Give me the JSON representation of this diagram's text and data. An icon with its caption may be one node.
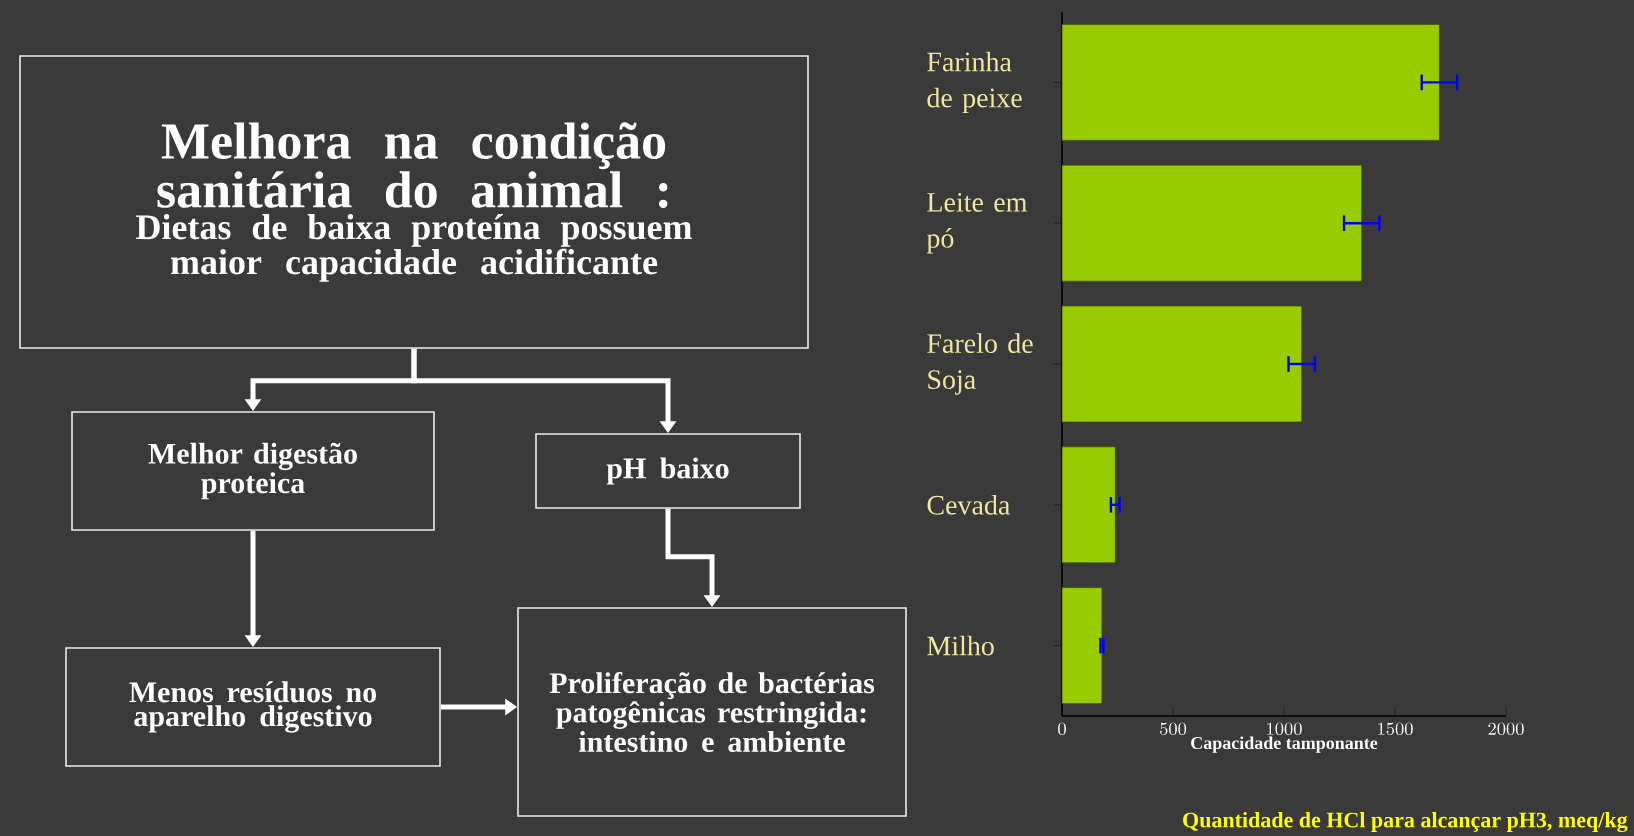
{
  "diagram": {
    "nodes": [
      {
        "text": [
          "Melhora na condição sanitária do animal :",
          "Dietas de baixa proteína possuem maior capacidade acidificante"
        ]
      },
      {
        "text": [
          "Melhor digestão proteica"
        ]
      },
      {
        "text": [
          "pH baixo"
        ]
      },
      {
        "text": [
          "Menos resíduos no aparelho digestivo"
        ]
      },
      {
        "text": [
          "Proliferação de bactérias patogênicas restringida: intestino e ambiente"
        ]
      }
    ],
    "edges": [
      {
        "from": 0,
        "to": 1,
        "arrow": "to"
      },
      {
        "from": 0,
        "to": 2,
        "arrow": "to"
      },
      {
        "from": 1,
        "to": 3,
        "arrow": "to"
      },
      {
        "from": 2,
        "to": 4,
        "arrow": "to"
      },
      {
        "from": 3,
        "to": 4,
        "arrow": "to"
      }
    ],
    "labels": [
      "Quantidade de HCl para alcançar pH3, meq/kg"
    ],
    "chart_data": {
      "type": "bar",
      "orientation": "horizontal",
      "xlabel": "Capacidade tamponante",
      "categories": [
        "Farinha de peixe",
        "Leite em pó",
        "Farelo de Soja",
        "Cevada",
        "Milho"
      ],
      "values": [
        1700,
        1350,
        1080,
        240,
        180
      ],
      "errors": [
        85,
        85,
        65,
        25,
        12
      ],
      "xlim": [
        0,
        2000
      ],
      "xticks": [
        0,
        500,
        1000,
        1500,
        2000
      ]
    }
  }
}
